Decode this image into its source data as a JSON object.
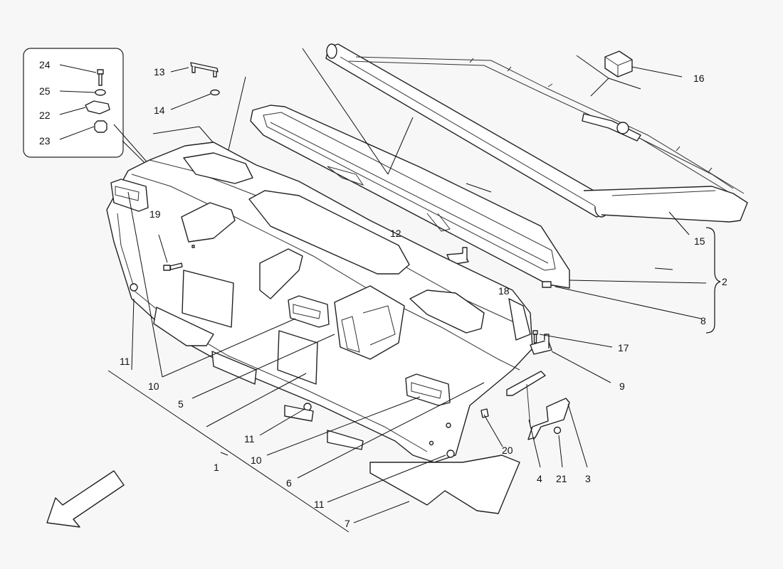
{
  "diagram": {
    "callouts": {
      "c1": "1",
      "c2": "2",
      "c3": "3",
      "c4": "4",
      "c5": "5",
      "c6": "6",
      "c7": "7",
      "c8": "8",
      "c9": "9",
      "c10a": "10",
      "c10b": "10",
      "c11a": "11",
      "c11b": "11",
      "c11c": "11",
      "c12": "12",
      "c13": "13",
      "c14": "14",
      "c15": "15",
      "c16": "16",
      "c17": "17",
      "c18": "18",
      "c19": "19",
      "c20": "20",
      "c21": "21",
      "c22": "22",
      "c23": "23",
      "c24": "24",
      "c25": "25"
    },
    "icons": {
      "direction_arrow": "front-direction-arrow-icon"
    }
  }
}
